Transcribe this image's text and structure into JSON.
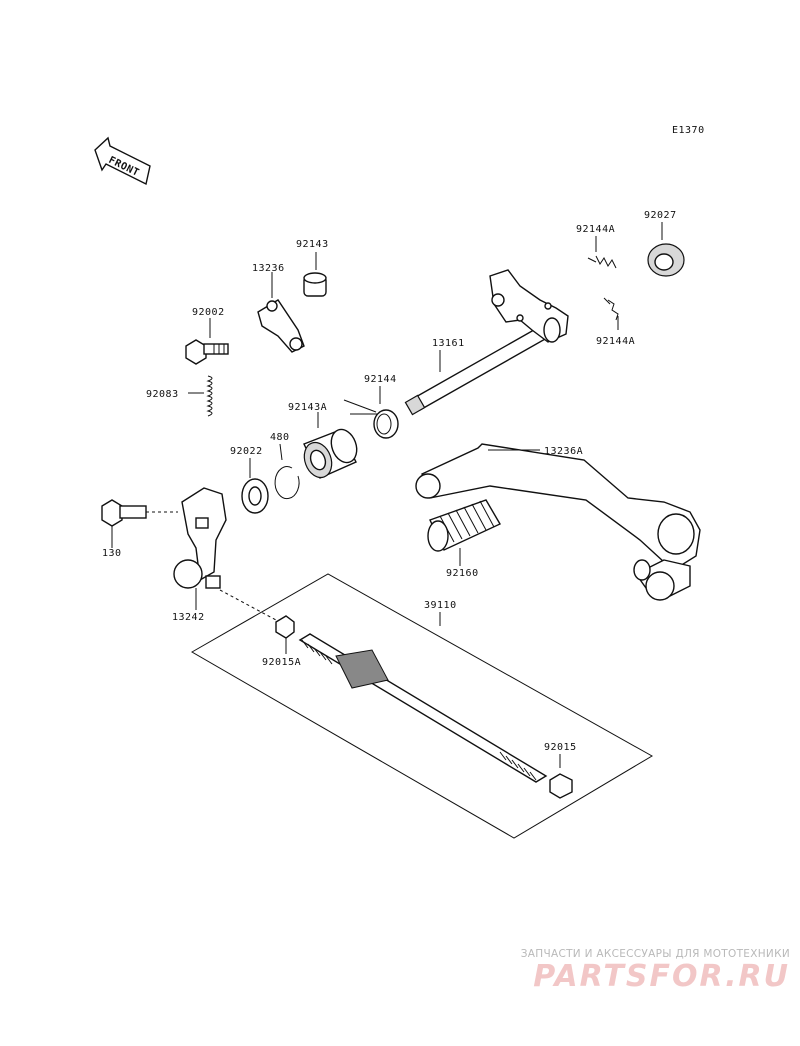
{
  "diagram_code": "E1370",
  "front_label": "FRONT",
  "parts": {
    "p92143": "92143",
    "p13236": "13236",
    "p92002": "92002",
    "p92083": "92083",
    "p92144": "92144",
    "p92143a": "92143A",
    "p13161": "13161",
    "p92144a_top": "92144A",
    "p92027": "92027",
    "p92144a_bot": "92144A",
    "p92022": "92022",
    "p480": "480",
    "p13236a": "13236A",
    "p130": "130",
    "p92160": "92160",
    "p13242": "13242",
    "p39110": "39110",
    "p92015a": "92015A",
    "p92015": "92015"
  },
  "watermark": {
    "tagline": "ЗАПЧАСТИ И АКСЕССУАРЫ ДЛЯ МОТОТЕХНИКИ",
    "brand": "PARTSFOR.RU"
  },
  "colors": {
    "line": "#111111",
    "watermark_brand": "#f2c7c7",
    "watermark_tagline": "#b9b9b9"
  }
}
